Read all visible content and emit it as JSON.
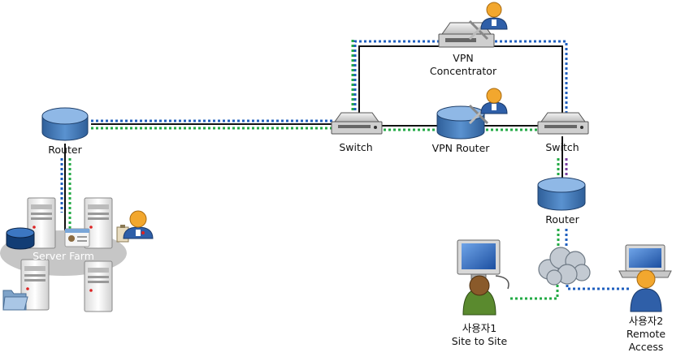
{
  "labels": {
    "router_left": "Router",
    "server_farm": "Server Farm",
    "switch_left": "Switch",
    "vpn_concentrator_line1": "VPN",
    "vpn_concentrator_line2": "Concentrator",
    "vpn_router": "VPN Router",
    "switch_right": "Switch",
    "router_right": "Router",
    "user1_line1": "사용자1",
    "user1_line2": "Site to Site",
    "user2_line1": "사용자2",
    "user2_line2": "Remote",
    "user2_line3": "Access"
  },
  "colors": {
    "blue_path": "#1f5fbf",
    "green_path": "#22aa44",
    "link": "#111111",
    "router_fill": "#4f86c6",
    "router_top": "#8fb8e6",
    "server_farm_fill": "#c9c9c9",
    "cloud_fill": "#bfc7cf",
    "user_orange": "#f2a72e",
    "user_green": "#5a8a2e",
    "user_blue": "#2f5fa8"
  },
  "icons": [
    "router-icon",
    "switch-icon",
    "vpn-concentrator-icon",
    "admin-user-icon",
    "server-icon",
    "database-icon",
    "folder-icon",
    "id-card-icon",
    "clipboard-icon",
    "cloud-icon",
    "desktop-computer-icon",
    "laptop-icon",
    "person-icon"
  ]
}
